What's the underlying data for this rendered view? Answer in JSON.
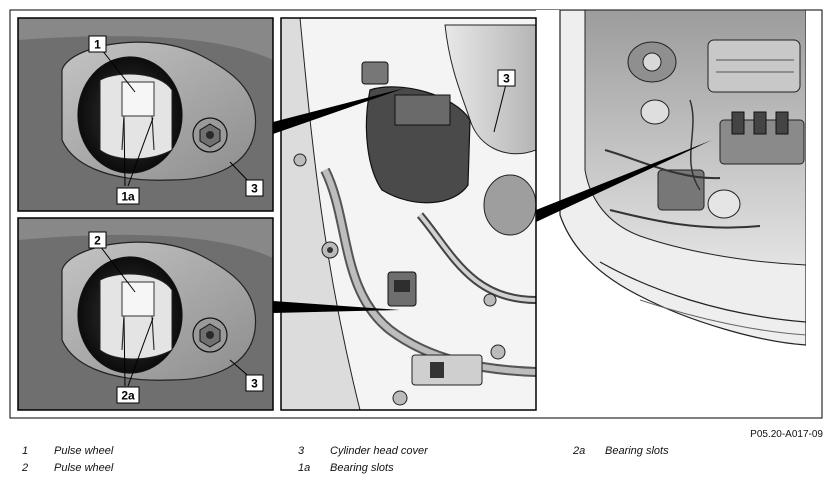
{
  "figure_code": "P05.20-A017-09",
  "callouts": {
    "c1": "1",
    "c1a": "1a",
    "c2": "2",
    "c2a": "2a",
    "c3_top": "3",
    "c3_bottom": "3",
    "c3_center": "3"
  },
  "legend": [
    {
      "num": "1",
      "text": "Pulse wheel"
    },
    {
      "num": "2",
      "text": "Pulse wheel"
    },
    {
      "num": "3",
      "text": "Cylinder head cover"
    },
    {
      "num": "1a",
      "text": "Bearing slots"
    },
    {
      "num": "2a",
      "text": "Bearing slots"
    }
  ],
  "colors": {
    "housing_gray": "#a9a9a9",
    "background_gray": "#6f6f6f",
    "bore_dark": "#1c1c1c",
    "wheel_light": "#e4e4e4",
    "engine_bay": "#d6d6d6",
    "callout_bg": "#ffffff",
    "pointer": "#000000"
  }
}
